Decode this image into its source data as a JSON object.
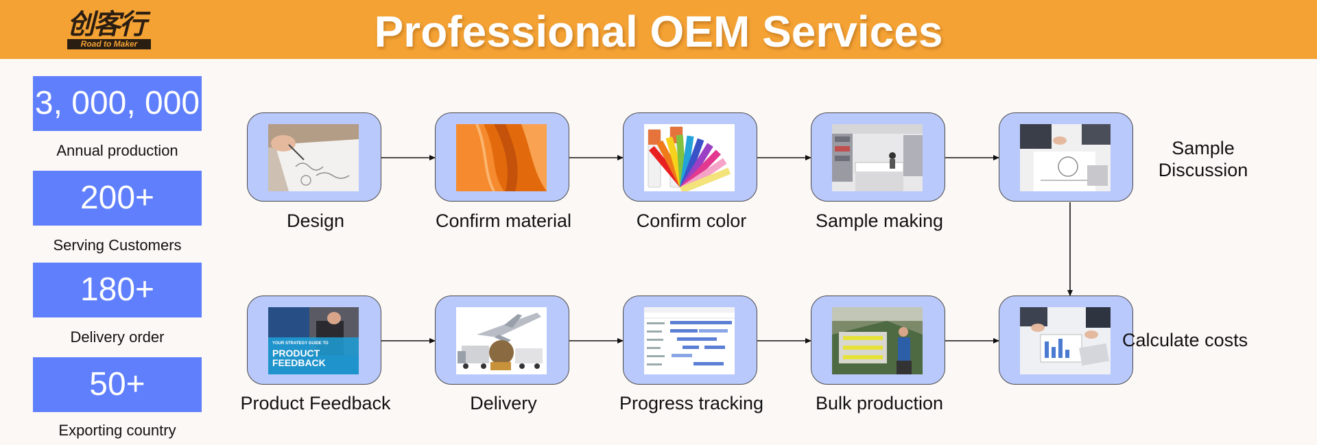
{
  "header": {
    "title": "Professional OEM Services",
    "logo": {
      "chinese": "创客行",
      "tagline": "Road to Maker"
    }
  },
  "stats": [
    {
      "value": "3, 000, 000",
      "label": "Annual production"
    },
    {
      "value": "200+",
      "label": "Serving Customers"
    },
    {
      "value": "180+",
      "label": "Delivery order"
    },
    {
      "value": "50+",
      "label": "Exporting country"
    }
  ],
  "process": {
    "top_row": [
      {
        "label": "Design",
        "image": "sketch-drawing-photo"
      },
      {
        "label": "Confirm material",
        "image": "orange-fabric-photo"
      },
      {
        "label": "Confirm color",
        "image": "color-swatch-fan-photo"
      },
      {
        "label": "Sample making",
        "image": "sample-workshop-photo"
      },
      {
        "label": "Sample Discussion",
        "image": "meeting-discussion-photo"
      }
    ],
    "bottom_row": [
      {
        "label": "Product Feedback",
        "image": "product-feedback-photo",
        "image_text": [
          "YOUR STRATEGY GUIDE TO",
          "PRODUCT",
          "FEEDBACK"
        ]
      },
      {
        "label": "Delivery",
        "image": "logistics-transport-photo"
      },
      {
        "label": "Progress tracking",
        "image": "gantt-chart-screenshot"
      },
      {
        "label": "Bulk production",
        "image": "factory-production-photo"
      },
      {
        "label": "Calculate costs",
        "image": "cost-calculation-photo"
      }
    ]
  },
  "colors": {
    "header": "#f4a234",
    "stat_box": "#5f7ffc",
    "node_fill": "#b9c9fc",
    "background": "#fcf8f5"
  }
}
